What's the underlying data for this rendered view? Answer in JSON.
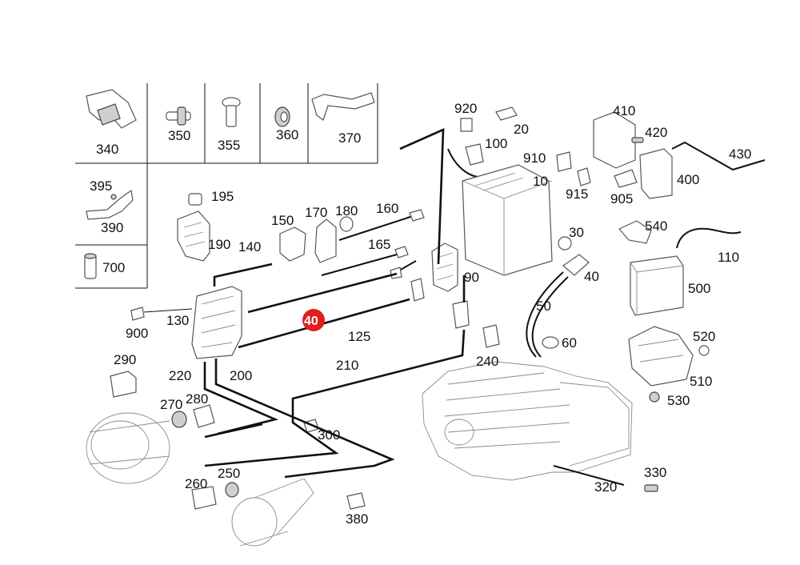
{
  "diagram": {
    "labels": {
      "p340": "340",
      "p350": "350",
      "p355": "355",
      "p360": "360",
      "p370": "370",
      "p395": "395",
      "p390": "390",
      "p700": "700",
      "p195": "195",
      "p190": "190",
      "p140": "140",
      "p150": "150",
      "p170": "170",
      "p180": "180",
      "p160": "160",
      "p165": "165",
      "p130": "130",
      "p900": "900",
      "p125": "125",
      "p90": "90",
      "p920": "920",
      "p20": "20",
      "p100": "100",
      "p10": "10",
      "p30": "30",
      "p40": "40",
      "p50": "50",
      "p60": "60",
      "p910": "910",
      "p915": "915",
      "p410": "410",
      "p420": "420",
      "p400": "400",
      "p905": "905",
      "p430": "430",
      "p540": "540",
      "p110": "110",
      "p500": "500",
      "p520": "520",
      "p510": "510",
      "p530": "530",
      "p240": "240",
      "p210": "210",
      "p290": "290",
      "p220": "220",
      "p200": "200",
      "p270": "270",
      "p280": "280",
      "p300": "300",
      "p260": "260",
      "p250": "250",
      "p380": "380",
      "p320": "320",
      "p330": "330"
    },
    "hotspot": {
      "text": "40",
      "color": "#e11d1d"
    }
  }
}
